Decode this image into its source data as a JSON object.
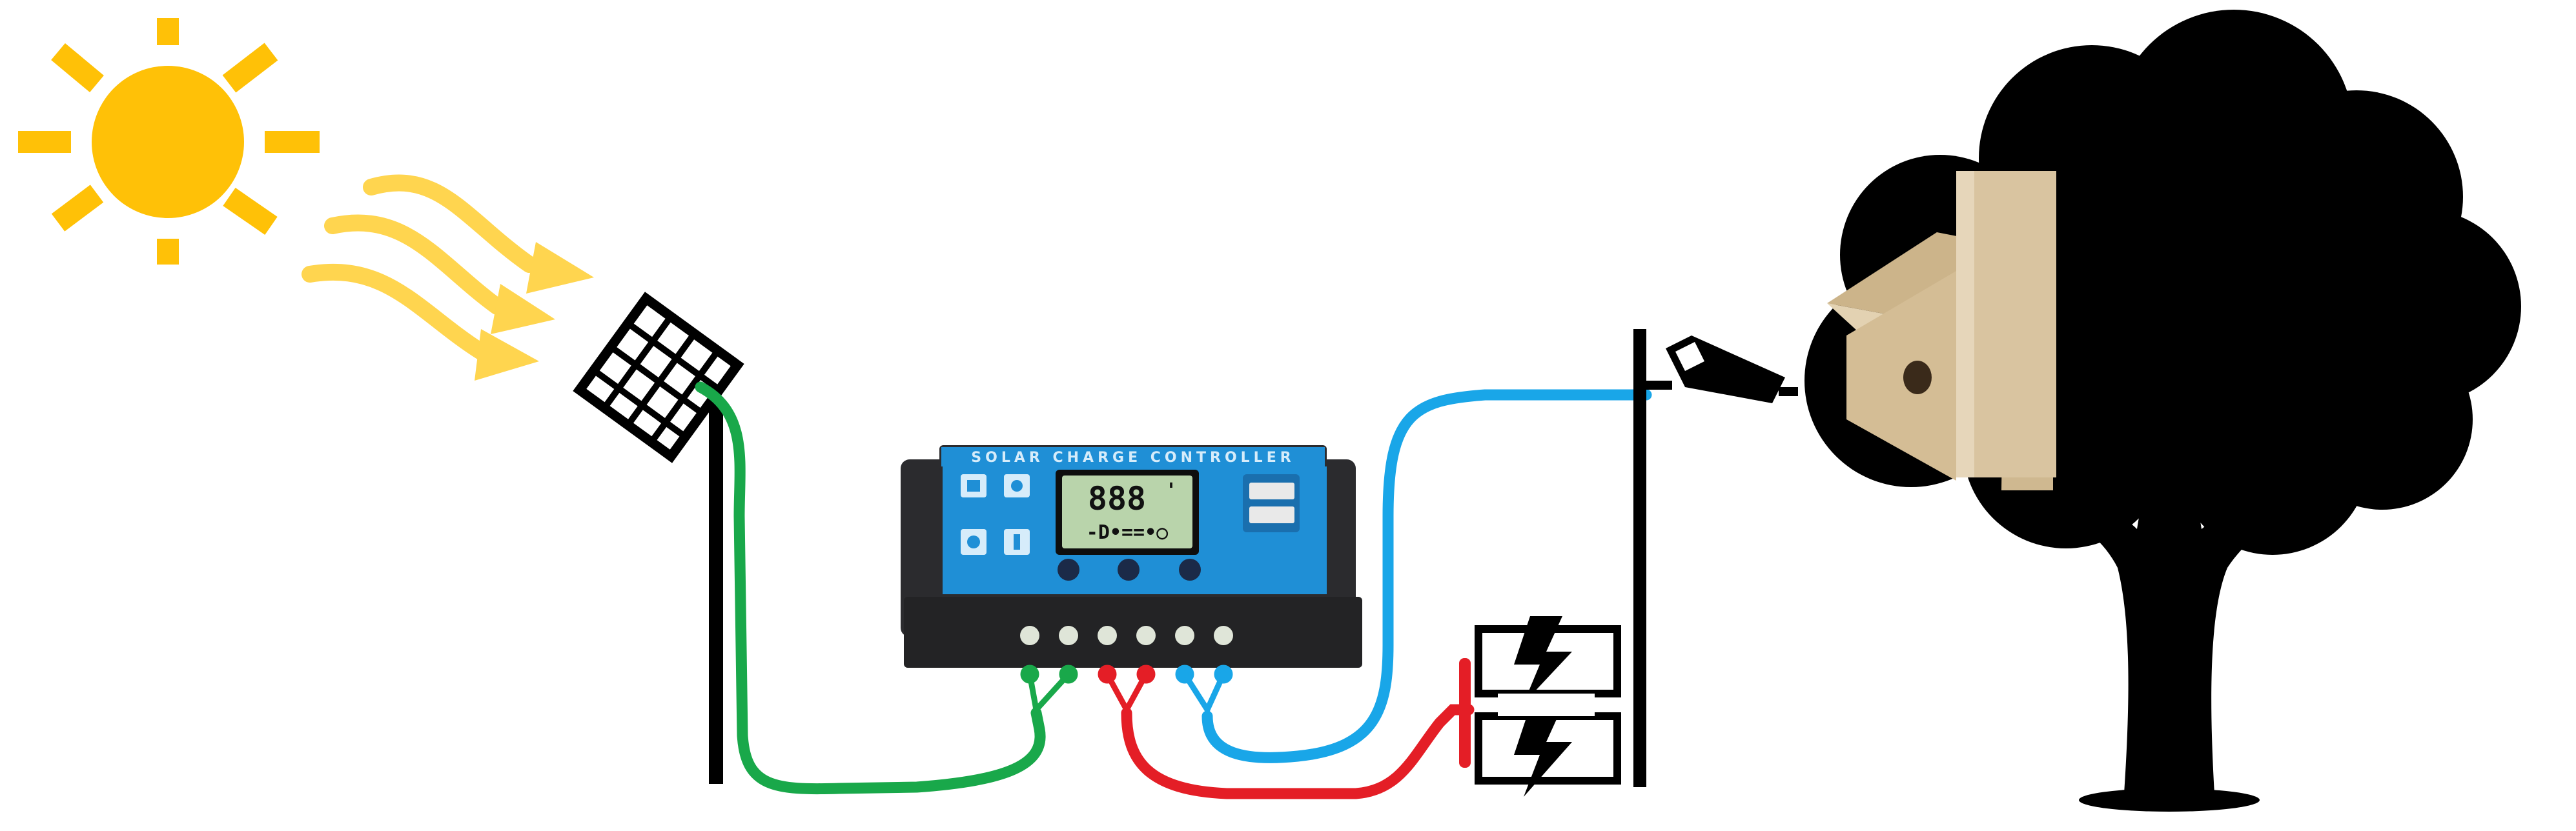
{
  "controller": {
    "brand_text": "SOLAR CHARGE CONTROLLER",
    "lcd_digits": "888",
    "lcd_mark": "'",
    "lcd_symbols": "-D•==•○",
    "body_color": "#2b2b2e",
    "faceplate_color": "#1f8fd6",
    "lcd_color": "#b9d4ab"
  },
  "wires": [
    {
      "name": "solar-panel",
      "color": "#19a84a"
    },
    {
      "name": "battery",
      "color": "#e41e26"
    },
    {
      "name": "load",
      "color": "#19a6e8"
    }
  ],
  "icons": {
    "sun": "sun-icon",
    "sun_rays": "sun-rays-icon",
    "panel": "solar-panel-icon",
    "camera": "security-camera-icon",
    "battery": "battery-icon",
    "tree": "tree-icon",
    "birdhouse": "birdhouse-icon"
  },
  "colors": {
    "sun": "#ffc107",
    "rays": "#ffd54f",
    "wood": "#d9c4a0",
    "silhouette": "#000000"
  }
}
